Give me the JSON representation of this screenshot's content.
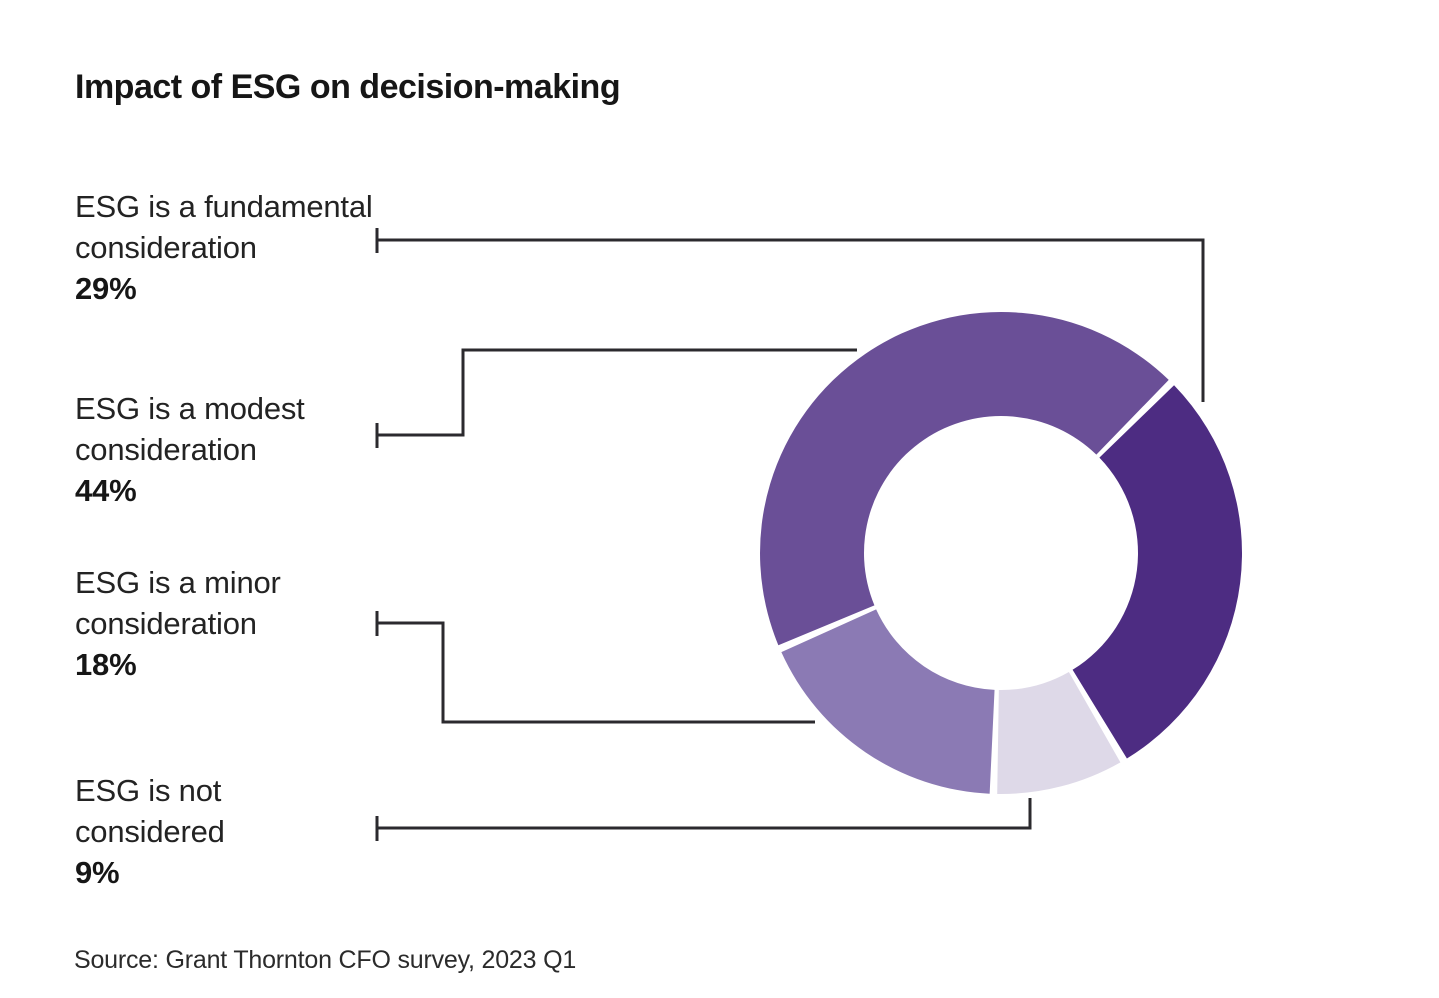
{
  "chart_data": {
    "type": "pie",
    "variant": "donut",
    "title": "Impact of ESG on decision-making",
    "source": "Source: Grant Thornton CFO survey, 2023 Q1",
    "unit": "%",
    "segments": [
      {
        "label": "ESG is a fundamental consideration",
        "label_lines": [
          "ESG is a fundamental",
          "consideration"
        ],
        "value": 29,
        "percent_label": "29%",
        "color": "#4d2c82"
      },
      {
        "label": "ESG is a modest consideration",
        "label_lines": [
          "ESG is a modest",
          "consideration"
        ],
        "value": 44,
        "percent_label": "44%",
        "color": "#6a4f97"
      },
      {
        "label": "ESG is a minor consideration",
        "label_lines": [
          "ESG is a minor",
          "consideration"
        ],
        "value": 18,
        "percent_label": "18%",
        "color": "#8b7ab4"
      },
      {
        "label": "ESG is not considered",
        "label_lines": [
          "ESG is not",
          "considered"
        ],
        "value": 9,
        "percent_label": "9%",
        "color": "#ded9e8"
      }
    ],
    "layout": {
      "legend_position": "left",
      "start_angle_deg": 45,
      "clockwise_order": [
        0,
        3,
        2,
        1
      ],
      "gap_deg": 1.8,
      "grid": false
    }
  },
  "styles": {
    "background": "#ffffff",
    "text_color": "#232323",
    "title_color": "#161616",
    "connector_color": "#2b2a2e"
  }
}
